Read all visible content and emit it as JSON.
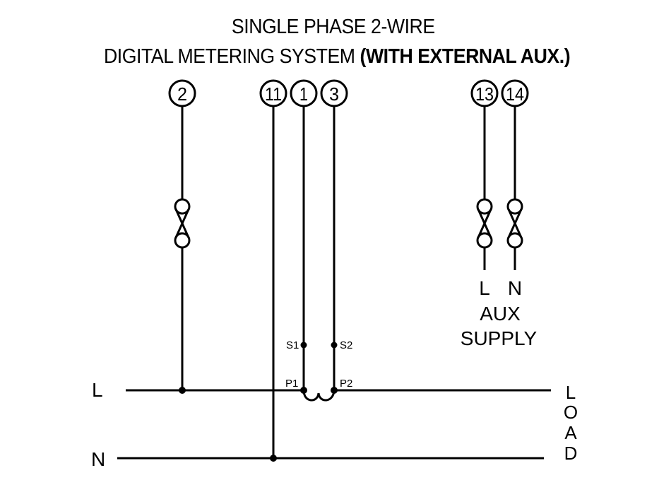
{
  "title": {
    "line1": "SINGLE PHASE 2-WIRE",
    "line2_regular": "DIGITAL METERING SYSTEM ",
    "line2_bold": "(WITH EXTERNAL AUX.)"
  },
  "terminals": [
    {
      "id": "2",
      "label": "2"
    },
    {
      "id": "11",
      "label": "11"
    },
    {
      "id": "1",
      "label": "1"
    },
    {
      "id": "3",
      "label": "3"
    },
    {
      "id": "13",
      "label": "13"
    },
    {
      "id": "14",
      "label": "14"
    }
  ],
  "ct_labels": {
    "s1": "S1",
    "s2": "S2",
    "p1": "P1",
    "p2": "P2"
  },
  "lines": {
    "line": "L",
    "neutral": "N"
  },
  "aux": {
    "l": "L",
    "n": "N",
    "line1": "AUX",
    "line2": "SUPPLY"
  },
  "load": {
    "letters": [
      "L",
      "O",
      "A",
      "D"
    ]
  },
  "colors": {
    "stroke": "#000000",
    "background": "#ffffff"
  }
}
